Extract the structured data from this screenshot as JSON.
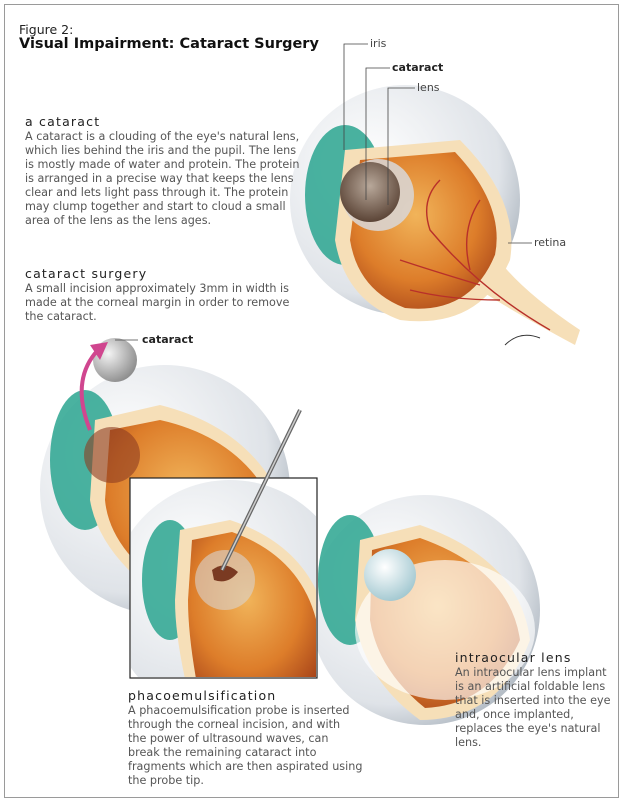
{
  "figure": {
    "number": "Figure 2:",
    "title": "Visual Impairment: Cataract Surgery"
  },
  "sections": {
    "cataract": {
      "heading": "a cataract",
      "lines": [
        "A cataract is a clouding of the eye's natural lens,",
        "which lies behind the iris and the pupil. The lens",
        "is mostly made of water and protein. The protein",
        "is arranged in a precise way that keeps the lens",
        "clear and lets light pass through it. The protein",
        "may clump together and start to cloud a small",
        "area of the lens as the lens ages."
      ]
    },
    "surgery": {
      "heading": "cataract surgery",
      "lines": [
        "A small incision approximately 3mm in width is",
        "made at the corneal margin in order to remove",
        "the cataract."
      ]
    },
    "phaco": {
      "heading": "phacoemulsification",
      "lines": [
        "A phacoemulsification probe is inserted",
        "through the corneal incision, and with",
        "the power of ultrasound waves, can",
        "break the remaining cataract into",
        "fragments which are then aspirated using",
        "the probe tip."
      ]
    },
    "iol": {
      "heading": "intraocular lens",
      "lines": [
        "An intraocular lens implant",
        "is an artificial foldable lens",
        "that is inserted into the eye",
        "and, once implanted,",
        "replaces the eye's natural",
        "lens."
      ]
    }
  },
  "labels": {
    "iris": "iris",
    "cataract": "cataract",
    "lens": "lens",
    "retina": "retina",
    "cataract_removed": "cataract"
  },
  "colors": {
    "arrow": "#d0468f",
    "vitreous": "#d9762a",
    "iris": "#2aa58f",
    "sclera": "#c9cfd6"
  }
}
